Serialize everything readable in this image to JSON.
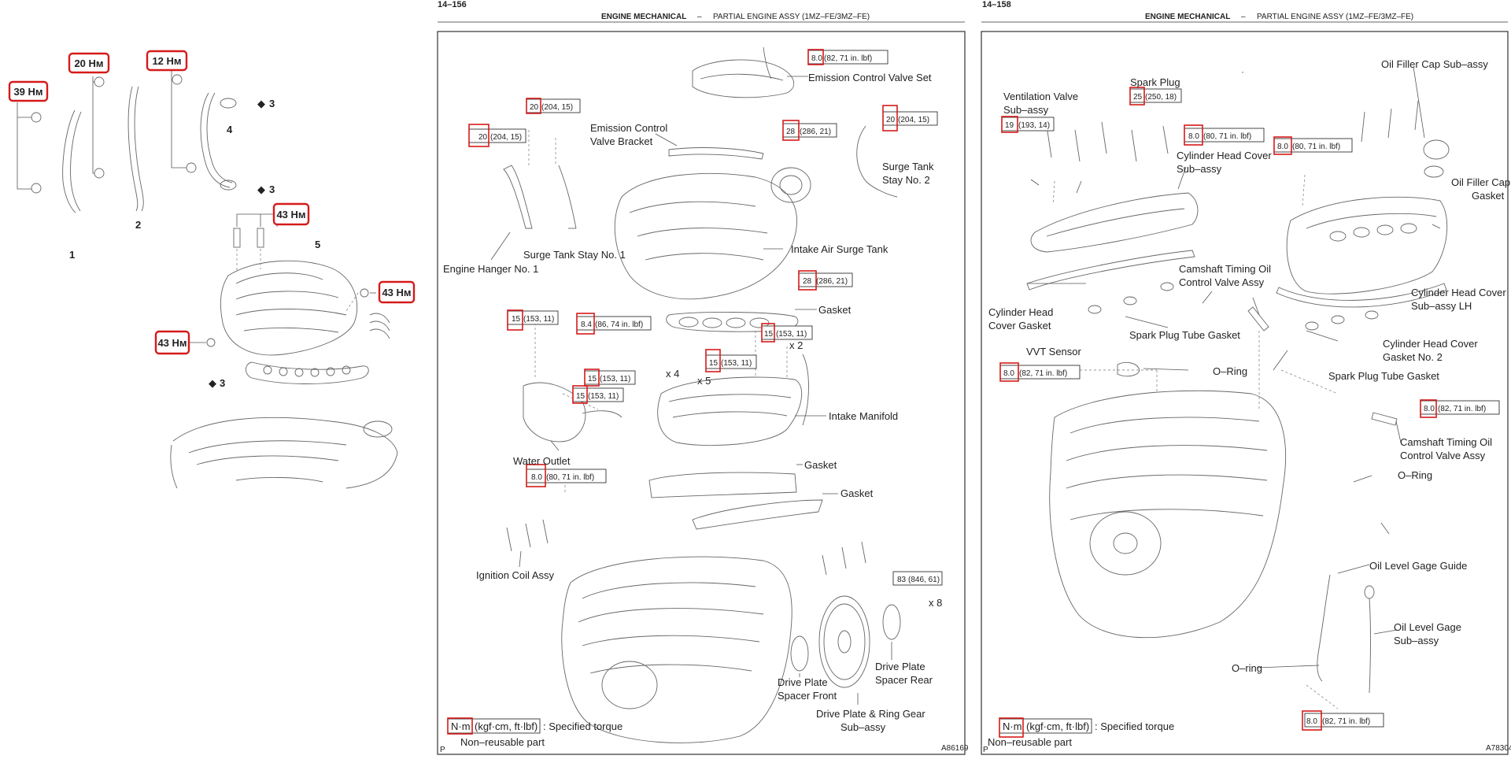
{
  "left_panel": {
    "callouts": [
      "39 Нм",
      "20 Нм",
      "12 Нм",
      "43 Нм",
      "43 Нм",
      "43 Нм"
    ],
    "item_numbers": [
      "1",
      "2",
      "3",
      "4",
      "5"
    ],
    "diamond_marks": [
      "3",
      "3",
      "3"
    ]
  },
  "page_left": {
    "page_number": "14–156",
    "header_bold": "ENGINE MECHANICAL",
    "header_dash": "–",
    "header_rest": "PARTIAL ENGINE ASSY (1MZ–FE/3MZ–FE)",
    "labels": {
      "emission_control_valve_set": "Emission Control Valve Set",
      "emission_control_valve_bracket_1": "Emission Control",
      "emission_control_valve_bracket_2": "Valve Bracket",
      "surge_tank_stay_no2_1": "Surge Tank",
      "surge_tank_stay_no2_2": "Stay No. 2",
      "surge_tank_stay_no1": "Surge Tank Stay No. 1",
      "engine_hanger_no1": "Engine Hanger No. 1",
      "intake_air_surge_tank": "Intake Air Surge Tank",
      "gasket_1": "Gasket",
      "intake_manifold": "Intake Manifold",
      "water_outlet": "Water Outlet",
      "gasket_2": "Gasket",
      "gasket_3": "Gasket",
      "ignition_coil_assy": "Ignition Coil Assy",
      "drive_plate_spacer_front_1": "Drive Plate",
      "drive_plate_spacer_front_2": "Spacer Front",
      "drive_plate_spacer_rear_1": "Drive Plate",
      "drive_plate_spacer_rear_2": "Spacer Rear",
      "drive_plate_ring_gear_1": "Drive Plate & Ring Gear",
      "drive_plate_ring_gear_2": "Sub–assy",
      "x2": "x 2",
      "x4": "x 4",
      "x5": "x 5",
      "x8": "x 8"
    },
    "torques": {
      "t1": {
        "main": "8.0",
        "rest": "(82, 71 in. lbf)"
      },
      "t2": {
        "main": "20",
        "rest": "(204, 15)"
      },
      "t3": {
        "main": "20",
        "rest": "(204, 15)"
      },
      "t4": {
        "main": "28",
        "rest": "(286, 21)"
      },
      "t5": {
        "main": "20",
        "rest": "(204, 15)"
      },
      "t6": {
        "main": "28",
        "rest": "(286, 21)"
      },
      "t7": {
        "main": "15",
        "rest": "(153, 11)"
      },
      "t8": {
        "main": "8.4",
        "rest": "(86, 74 in. lbf)"
      },
      "t9": {
        "main": "15",
        "rest": "(153, 11)"
      },
      "t10": {
        "main": "15",
        "rest": "(153, 11)"
      },
      "t11": {
        "main": "15",
        "rest": "(153, 11)"
      },
      "t12": {
        "main": "15",
        "rest": "(153, 11)"
      },
      "t13": {
        "main": "8.0",
        "rest": "(80, 71 in. lbf)"
      },
      "t14": {
        "main": "83",
        "rest": "(846, 61)"
      }
    },
    "legend": {
      "main": "N·m",
      "rest": "(kgf·cm, ft·lbf)",
      "desc": ": Specified torque",
      "non_reusable": "Non–reusable part"
    },
    "footer_letter": "P",
    "figure_id": "A86169"
  },
  "page_right": {
    "page_number": "14–158",
    "header_bold": "ENGINE MECHANICAL",
    "header_dash": "–",
    "header_rest": "PARTIAL ENGINE ASSY (1MZ–FE/3MZ–FE)",
    "labels": {
      "spark_plug": "Spark Plug",
      "oil_filler_cap_subassy": "Oil Filler Cap Sub–assy",
      "ventilation_valve_1": "Ventilation Valve",
      "ventilation_valve_2": "Sub–assy",
      "cyl_head_cover_1": "Cylinder Head Cover",
      "cyl_head_cover_2": "Sub–assy",
      "oil_filler_cap_gasket_1": "Oil Filler Cap",
      "oil_filler_cap_gasket_2": "Gasket",
      "camshaft_timing_valve_1": "Camshaft Timing Oil",
      "camshaft_timing_valve_2": "Control Valve Assy",
      "cyl_head_cover_lh_1": "Cylinder Head Cover",
      "cyl_head_cover_lh_2": "Sub–assy LH",
      "cyl_head_cover_gasket_1": "Cylinder Head",
      "cyl_head_cover_gasket_2": "Cover Gasket",
      "spark_plug_tube_gasket_1": "Spark Plug Tube Gasket",
      "cyl_head_cover_gasket_no2_1": "Cylinder  Head  Cover",
      "cyl_head_cover_gasket_no2_2": "Gasket No. 2",
      "vvt_sensor": "VVT Sensor",
      "o_ring_1": "O–Ring",
      "spark_plug_tube_gasket_2": "Spark Plug Tube Gasket",
      "camshaft_timing_valve_b_1": "Camshaft  Timing  Oil",
      "camshaft_timing_valve_b_2": "Control Valve Assy",
      "o_ring_2": "O–Ring",
      "oil_level_gage_guide": "Oil Level Gage Guide",
      "oil_level_gage_1": "Oil Level Gage",
      "oil_level_gage_2": "Sub–assy",
      "o_ring_3": "O–ring"
    },
    "torques": {
      "r1": {
        "main": "25",
        "rest": "(250, 18)"
      },
      "r2": {
        "main": "19",
        "rest": "(193, 14)"
      },
      "r3": {
        "main": "8.0",
        "rest": "(80, 71 in. lbf)"
      },
      "r4": {
        "main": "8.0",
        "rest": "(80, 71 in. lbf)"
      },
      "r5": {
        "main": "8.0",
        "rest": "(82, 71 in. lbf)"
      },
      "r6": {
        "main": "8.0",
        "rest": "(82, 71 in. lbf)"
      },
      "r7": {
        "main": "8.0",
        "rest": "(82, 71 in. lbf)"
      }
    },
    "legend": {
      "main": "N·m",
      "rest": "(kgf·cm, ft·lbf)",
      "desc": ": Specified torque",
      "non_reusable": "Non–reusable part"
    },
    "footer_letter": "P",
    "figure_id": "A78304"
  }
}
